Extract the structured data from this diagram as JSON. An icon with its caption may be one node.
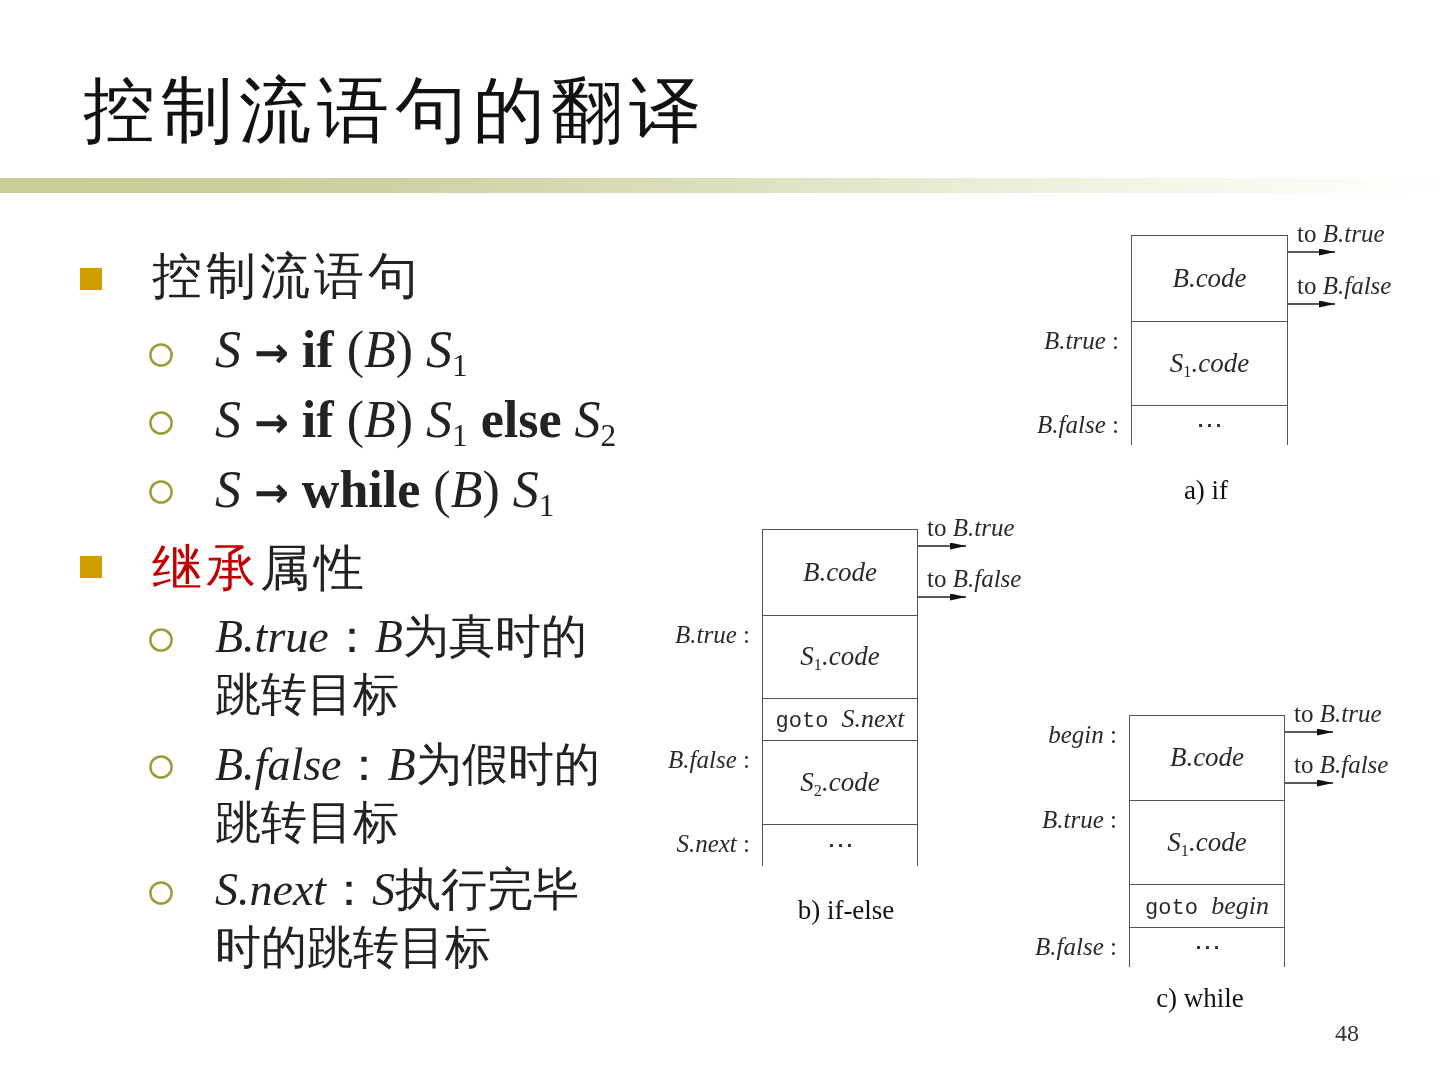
{
  "diagram": {
    "title": "控制流语句的翻译",
    "nodes": [
      {
        "text": [],
        "shape": "bar"
      },
      {
        "text": [
          "B.code"
        ]
      },
      {
        "text": [
          "*S*$_{1}$*.code*"
        ],
        "beside": [
          "*B.true* :"
        ]
      },
      {
        "text": [
          "⋯"
        ],
        "beside": [
          "*B.false* :"
        ]
      },
      {
        "text": [
          "B.code"
        ]
      },
      {
        "text": [
          "*S*$_{1}$*.code*"
        ],
        "beside": [
          "*B.true* :"
        ]
      },
      {
        "text": [
          "goto *S.next*"
        ]
      },
      {
        "text": [
          "*S*$_{2}$*.code*"
        ],
        "beside": [
          "*B.false* :"
        ]
      },
      {
        "text": [
          "⋯"
        ],
        "beside": [
          "*S.next* :"
        ]
      },
      {
        "text": [
          "B.code"
        ],
        "beside": [
          "*begin* :"
        ]
      },
      {
        "text": [
          "*S*$_{1}$*.code*"
        ],
        "beside": [
          "*B.true* :"
        ]
      },
      {
        "text": [
          "goto *begin*"
        ]
      },
      {
        "text": [
          "⋯"
        ],
        "beside": [
          "*B.false* :"
        ]
      }
    ],
    "edges": [
      {
        "from": 1,
        "to": null,
        "arrow": "to",
        "label": "to *B.true*"
      },
      {
        "from": 1,
        "to": null,
        "arrow": "to",
        "label": "to *B.false*"
      },
      {
        "from": 4,
        "to": null,
        "arrow": "to",
        "label": "to *B.true*"
      },
      {
        "from": 4,
        "to": null,
        "arrow": "to",
        "label": "to *B.false*"
      },
      {
        "from": 9,
        "to": null,
        "arrow": "to",
        "label": "to *B.true*"
      },
      {
        "from": 9,
        "to": null,
        "arrow": "to",
        "label": "to *B.false*"
      }
    ],
    "labels": [
      "控制流语句",
      "*S* **→** **if** (*B*) *S*$_{1}$",
      "*S* **→** **if** (*B*) *S*$_{1}$ **else** *S*$_{2}$",
      "*S* **→** **while** (*B*) *S*$_{1}$",
      "继承",
      "属性",
      "B.true：B为真时的跳转目标",
      "B.false：B为假时的跳转目标",
      "S.next：S执行完毕时的跳转目标",
      "a) if",
      "b) if-else",
      "c) while",
      "48"
    ]
  }
}
